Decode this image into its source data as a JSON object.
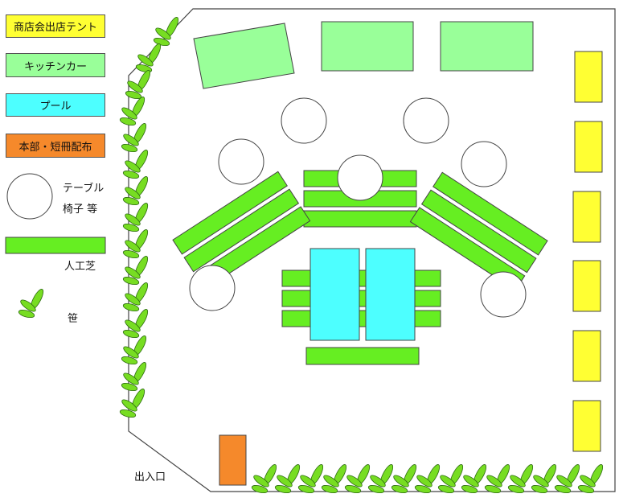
{
  "legend": {
    "tent": {
      "label": "商店会出店テント",
      "color": "#ffff33"
    },
    "kitchen": {
      "label": "キッチンカー",
      "color": "#99ff99"
    },
    "pool": {
      "label": "プール",
      "color": "#4dffff"
    },
    "hq": {
      "label": "本部・短冊配布",
      "color": "#f5892b"
    },
    "table": {
      "label_line1": "テーブル",
      "label_line2": "椅子 等"
    },
    "turf": {
      "label": "人工芝",
      "color": "#66ee22"
    },
    "bamboo": {
      "label": "笹",
      "color": "#77dd22"
    }
  },
  "map": {
    "entrance_label": "出入口"
  }
}
